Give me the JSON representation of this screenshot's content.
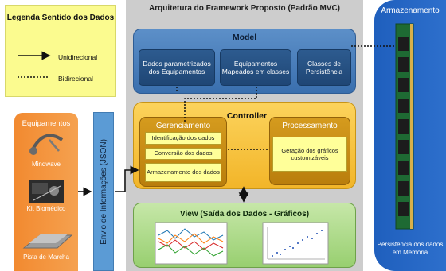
{
  "legend": {
    "title": "Legenda Sentido dos Dados",
    "unidirectional": "Unidirecional",
    "bidirectional": "Bidirecional"
  },
  "architecture": {
    "title": "Arquitetura do Framework Proposto (Padrão MVC)"
  },
  "model": {
    "title": "Model",
    "boxes": [
      "Dados parametrizados dos Equipamentos",
      "Equipamentos Mapeados em classes",
      "Classes de Persistência"
    ]
  },
  "controller": {
    "title": "Controller",
    "gerenciamento": {
      "title": "Gerenciamento",
      "items": [
        "Identificação dos dados",
        "Conversão dos dados",
        "Armazenamento dos dados"
      ]
    },
    "processamento": {
      "title": "Processamento",
      "item": "Geração dos gráficos customizáveis"
    }
  },
  "view": {
    "title": "View (Saída dos Dados - Gráficos)"
  },
  "equipamentos": {
    "title": "Equipamentos",
    "items": [
      "Mindwave",
      "Kit Biomédico",
      "Pista de Marcha"
    ]
  },
  "envio": {
    "label": "Envio de Informações (JSON)"
  },
  "armazenamento": {
    "title": "Armazenamento",
    "bottom": "Persistência dos dados em Memória"
  },
  "colors": {
    "model": "#3a6fae",
    "controller": "#f2b529",
    "view": "#98cf70",
    "equipamentos": "#f28a30",
    "armazenamento": "#1f5fbd",
    "legend": "#fbfb8f"
  }
}
